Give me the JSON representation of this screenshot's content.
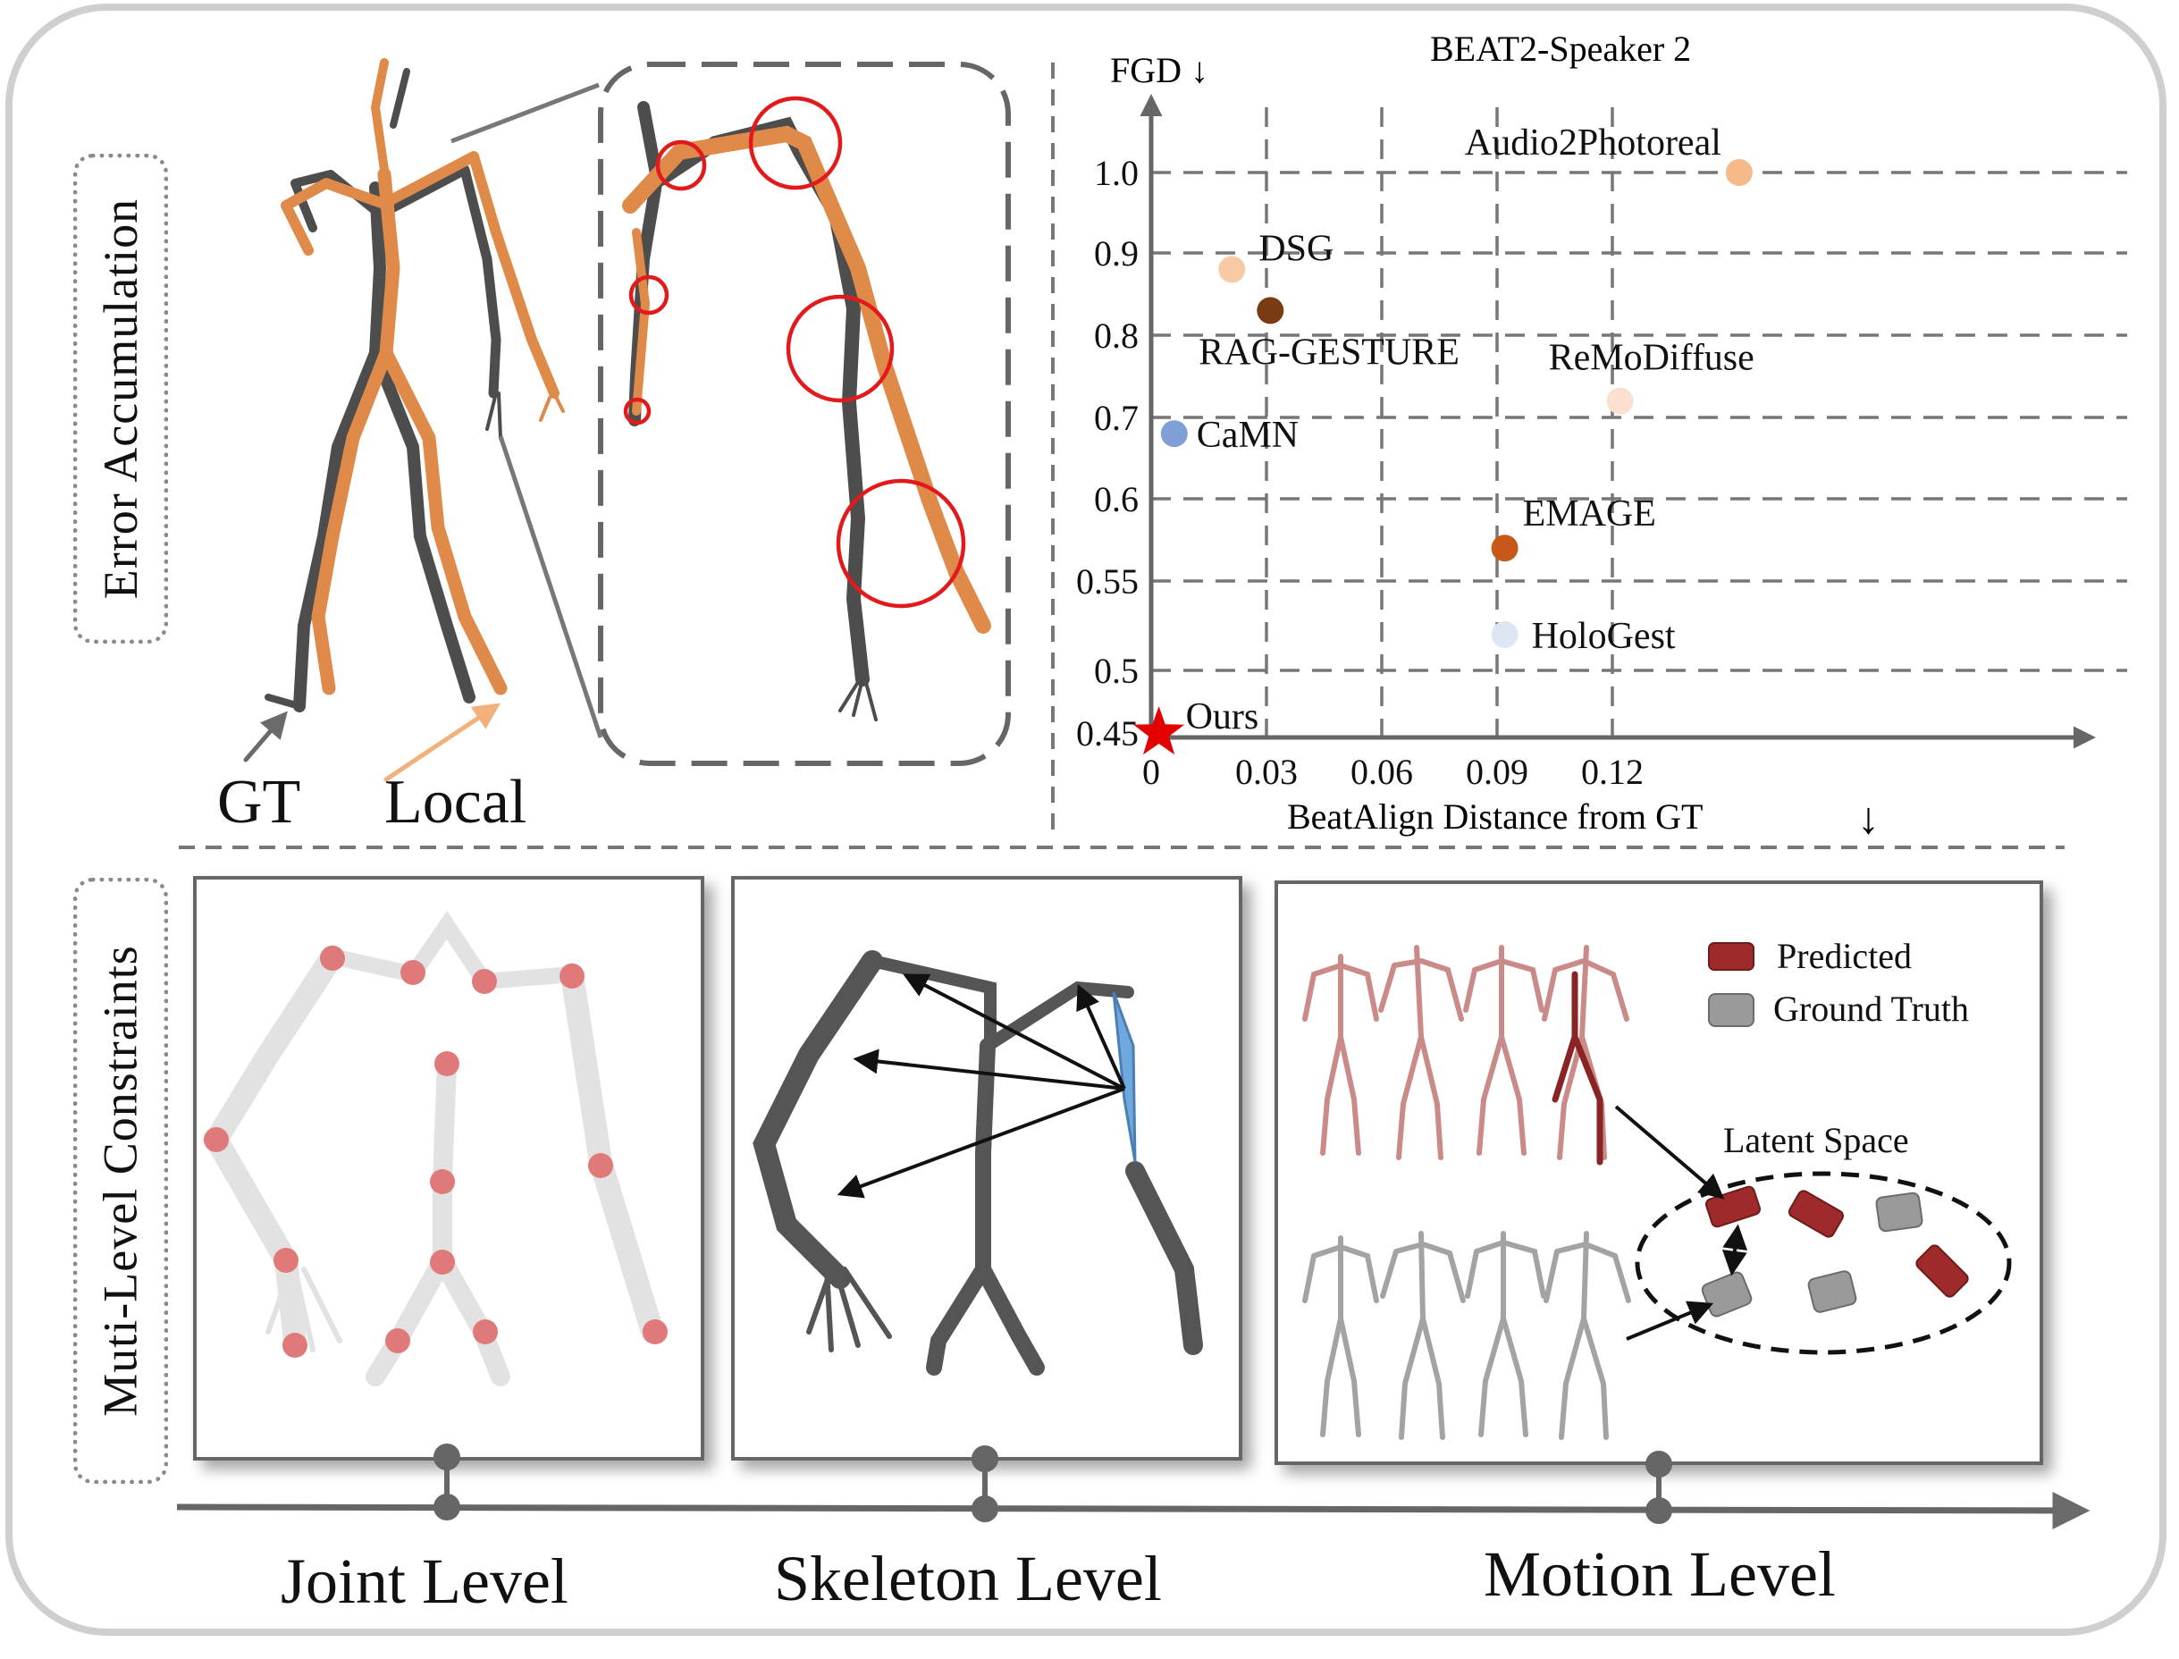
{
  "sections": {
    "top_label": "Error Accumulation",
    "bottom_label": "Muti-Level Constraints"
  },
  "skeleton_figure": {
    "gt_label": "GT",
    "local_label": "Local"
  },
  "levels": {
    "joint": "Joint Level",
    "skeleton": "Skeleton Level",
    "motion": "Motion Level"
  },
  "legend": {
    "predicted": "Predicted",
    "ground_truth": "Ground Truth",
    "latent_space": "Latent Space"
  },
  "colors": {
    "gt_bone": "#4d4d4d",
    "local_bone": "#e08a4a",
    "error_circle": "#e31a1c",
    "joint_marker": "#e07a7a",
    "highlight_bone": "#6fa8dc",
    "predicted": "#9e2a2b",
    "ground_truth": "#9a9a9a"
  },
  "chart_data": {
    "type": "scatter",
    "title": "BEAT2-Speaker 2",
    "xlabel": "BeatAlign Distance from GT",
    "xlabel_arrow": "↓",
    "ylabel": "FGD ↓",
    "x_ticks": [
      "0",
      "0.03",
      "0.06",
      "0.09",
      "0.12"
    ],
    "x_tick_values": [
      0,
      0.03,
      0.06,
      0.09,
      0.12
    ],
    "y_ticks": [
      "0.45",
      "0.5",
      "0.55",
      "0.6",
      "0.7",
      "0.8",
      "0.9",
      "1.0"
    ],
    "y_tick_values": [
      0.45,
      0.5,
      0.55,
      0.6,
      0.7,
      0.8,
      0.9,
      1.0
    ],
    "grid": true,
    "points": [
      {
        "name": "Audio2Photoreal",
        "x": 0.153,
        "y": 1.0,
        "color": "#f5b98a"
      },
      {
        "name": "DSG",
        "x": 0.021,
        "y": 0.88,
        "color": "#f7c9a5"
      },
      {
        "name": "RAG-GESTURE",
        "x": 0.031,
        "y": 0.83,
        "color": "#7a3b12"
      },
      {
        "name": "ReMoDiffuse",
        "x": 0.122,
        "y": 0.72,
        "color": "#fbe0cf"
      },
      {
        "name": "CaMN",
        "x": 0.006,
        "y": 0.68,
        "color": "#7f9fd6"
      },
      {
        "name": "EMAGE",
        "x": 0.092,
        "y": 0.57,
        "color": "#c8581a"
      },
      {
        "name": "HoloGest",
        "x": 0.092,
        "y": 0.52,
        "color": "#dfe6f3"
      },
      {
        "name": "Ours",
        "x": 0.002,
        "y": 0.45,
        "color": "#e30000",
        "marker": "star"
      }
    ]
  }
}
